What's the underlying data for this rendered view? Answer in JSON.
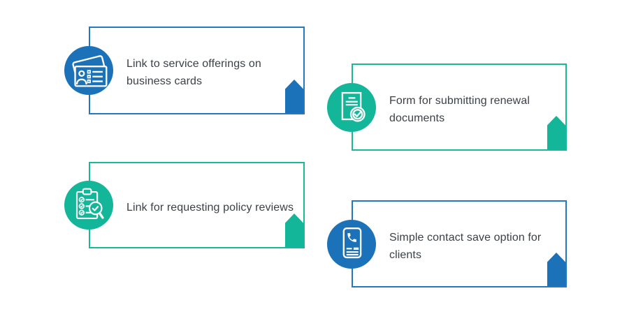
{
  "canvas": {
    "background": "#FFFFFF"
  },
  "colors": {
    "blue": "#1B72B8",
    "blue_border": "#2478C1",
    "teal": "#13B698",
    "teal_border": "#17B99B",
    "text": "#3B4147"
  },
  "cards": [
    {
      "label": "Link to service offerings on business cards",
      "theme": "blue",
      "icon": "business-cards-icon"
    },
    {
      "label": "Form for submitting renewal documents",
      "theme": "teal",
      "icon": "document-check-icon"
    },
    {
      "label": "Link for requesting policy reviews",
      "theme": "teal",
      "icon": "clipboard-search-icon"
    },
    {
      "label": "Simple contact save option for clients",
      "theme": "blue",
      "icon": "contact-card-icon"
    }
  ]
}
